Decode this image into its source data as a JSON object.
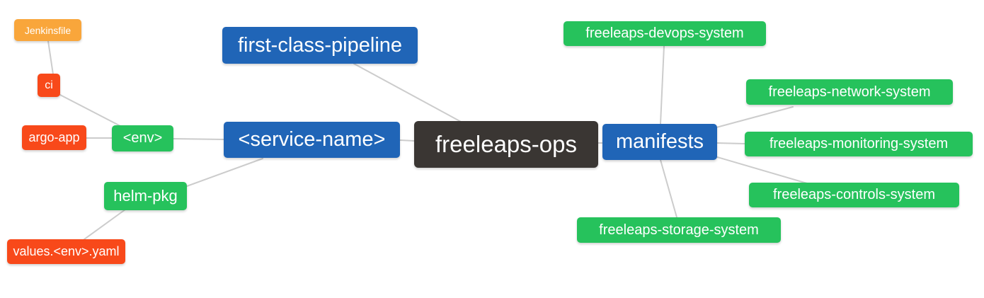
{
  "diagram": {
    "type": "mindmap",
    "root_id": "freeleaps_ops"
  },
  "colors": {
    "background": "#ffffff",
    "text": "#ffffff",
    "edge": "#cccccc",
    "blue": "#2065b7",
    "green": "#26c25c",
    "red": "#f8491a",
    "orange": "#f9a63b",
    "dark": "#3a3633"
  },
  "nodes": {
    "jenkinsfile": {
      "label": "Jenkinsfile",
      "color": "orange"
    },
    "ci": {
      "label": "ci",
      "color": "red"
    },
    "argo_app": {
      "label": "argo-app",
      "color": "red"
    },
    "env": {
      "label": "<env>",
      "color": "green"
    },
    "first_class_pipeline": {
      "label": "first-class-pipeline",
      "color": "blue"
    },
    "service_name": {
      "label": "<service-name>",
      "color": "blue"
    },
    "helm_pkg": {
      "label": "helm-pkg",
      "color": "green"
    },
    "values_env_yaml": {
      "label": "values.<env>.yaml",
      "color": "red"
    },
    "freeleaps_ops": {
      "label": "freeleaps-ops",
      "color": "dark"
    },
    "manifests": {
      "label": "manifests",
      "color": "blue"
    },
    "devops_system": {
      "label": "freeleaps-devops-system",
      "color": "green"
    },
    "network_system": {
      "label": "freeleaps-network-system",
      "color": "green"
    },
    "monitoring_system": {
      "label": "freeleaps-monitoring-system",
      "color": "green"
    },
    "controls_system": {
      "label": "freeleaps-controls-system",
      "color": "green"
    },
    "storage_system": {
      "label": "freeleaps-storage-system",
      "color": "green"
    }
  },
  "edges": [
    {
      "from": "jenkinsfile",
      "to": "ci"
    },
    {
      "from": "ci",
      "to": "env"
    },
    {
      "from": "argo_app",
      "to": "env"
    },
    {
      "from": "env",
      "to": "service_name"
    },
    {
      "from": "helm_pkg",
      "to": "service_name"
    },
    {
      "from": "values_env_yaml",
      "to": "helm_pkg"
    },
    {
      "from": "service_name",
      "to": "freeleaps_ops"
    },
    {
      "from": "first_class_pipeline",
      "to": "freeleaps_ops"
    },
    {
      "from": "freeleaps_ops",
      "to": "manifests"
    },
    {
      "from": "manifests",
      "to": "devops_system"
    },
    {
      "from": "manifests",
      "to": "network_system"
    },
    {
      "from": "manifests",
      "to": "monitoring_system"
    },
    {
      "from": "manifests",
      "to": "controls_system"
    },
    {
      "from": "manifests",
      "to": "storage_system"
    }
  ]
}
